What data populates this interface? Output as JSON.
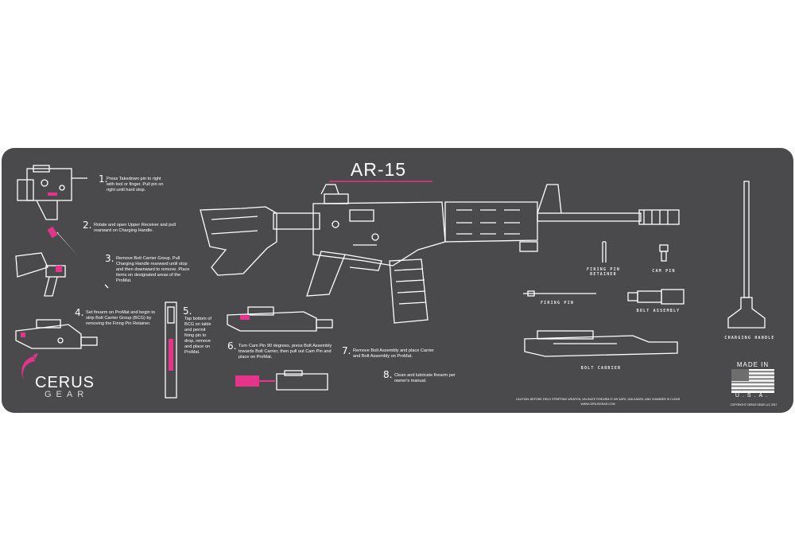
{
  "product": {
    "title": "AR-15",
    "accent_color": "#e5358a",
    "mat_color": "#4a4a4d"
  },
  "steps": [
    {
      "num": "1.",
      "text": "Press Takedown pin to right with tool or finger. Pull pin on right until hard stop."
    },
    {
      "num": "2.",
      "text": "Rotate and open Upper Receiver and pull rearward on Charging Handle."
    },
    {
      "num": "3.",
      "text": "Remove Bolt Carrier Group. Pull Charging Handle rearward until stop and then downward to remove. Place items on designated areas of the ProMat."
    },
    {
      "num": "4.",
      "text": "Set firearm on ProMat and begin to strip Bolt Carrier Group (BCG) by removing the Firing Pin Retainer."
    },
    {
      "num": "5.",
      "text": "Tap bottom of BCG on table and permit firing pin to drop, remove and place on ProMat."
    },
    {
      "num": "6.",
      "text": "Turn Cam Pin 90 degrees, press Bolt Assembly towards Bolt Carrier, then pull out Cam Pin and place on ProMat."
    },
    {
      "num": "7.",
      "text": "Remove Bolt Assembly and place Carrier and Bolt Assembly on ProMat."
    },
    {
      "num": "8.",
      "text": "Clean and lubricate firearm per owner's manual."
    }
  ],
  "parts": {
    "firing_pin_retainer": "FIRING PIN RETAINER",
    "cam_pin": "CAM PIN",
    "firing_pin": "FIRING PIN",
    "bolt_assembly": "BOLT ASSEMBLY",
    "bolt_carrier": "BOLT CARRIER",
    "charging_handle": "CHARGING HANDLE"
  },
  "brand": {
    "name_top": "CERUS",
    "name_bottom": "GEAR"
  },
  "badge": {
    "top": "MADE IN",
    "bottom": "U.S.A."
  },
  "footer": {
    "caution": "CAUTION: BEFORE FIELD STRIPPING WEAPON, VALIDATE FIREARM IS ON SAFE, UNLOADED, AND CHAMBER IS CLEAR",
    "website": "WWW.CERUSGEAR.COM",
    "copyright": "COPYRIGHT CERUS GEAR LLC 2017"
  }
}
